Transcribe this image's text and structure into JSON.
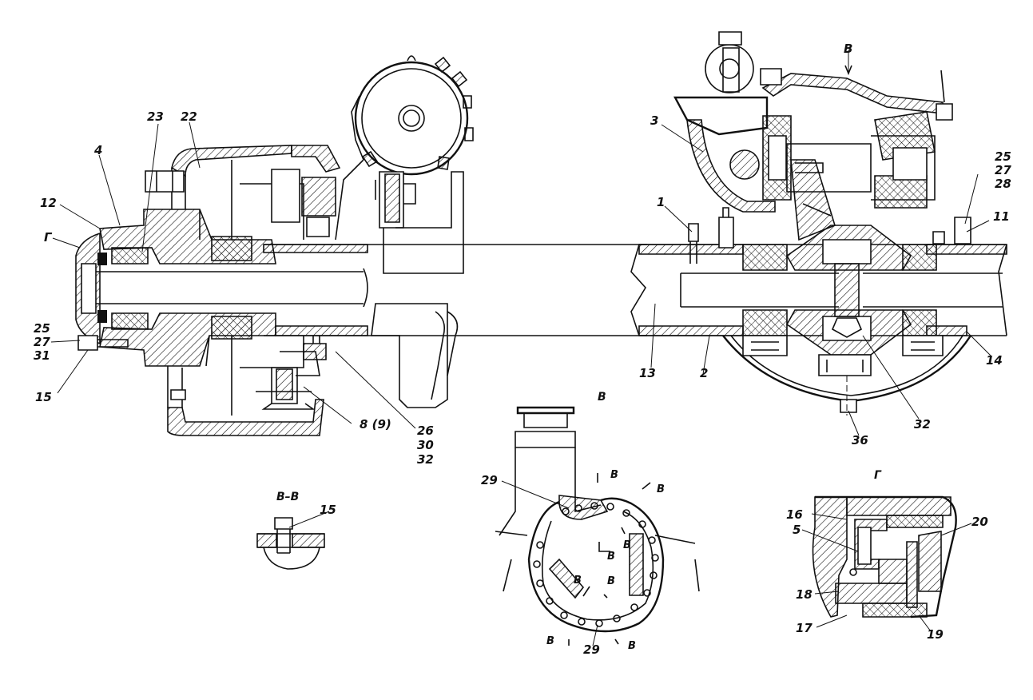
{
  "main_callouts": {
    "c1": "1",
    "c2": "2",
    "c3": "3",
    "c4": "4",
    "c11": "11",
    "c12": "12",
    "c13": "13",
    "c14": "14",
    "c15": "15",
    "c22": "22",
    "c23": "23",
    "c25_27_28": [
      "25",
      "27",
      "28"
    ],
    "c25_27_31": [
      "25",
      "27",
      "31"
    ],
    "c26_30_32": [
      "26",
      "30",
      "32"
    ],
    "c8_9": "8 (9)",
    "c32": "32",
    "c36": "36",
    "c_gamma": "Г",
    "c_v_arrow": "В"
  },
  "view_v": {
    "title": "В",
    "c29_top": "29",
    "c29_bottom": "29",
    "marks": [
      "В",
      "В",
      "В",
      "В",
      "В",
      "В",
      "В",
      "В"
    ]
  },
  "section_vv": {
    "title": "В–В",
    "c15": "15"
  },
  "detail_g": {
    "title": "Г",
    "c16": "16",
    "c5": "5",
    "c18": "18",
    "c17": "17",
    "c19": "19",
    "c20": "20"
  }
}
